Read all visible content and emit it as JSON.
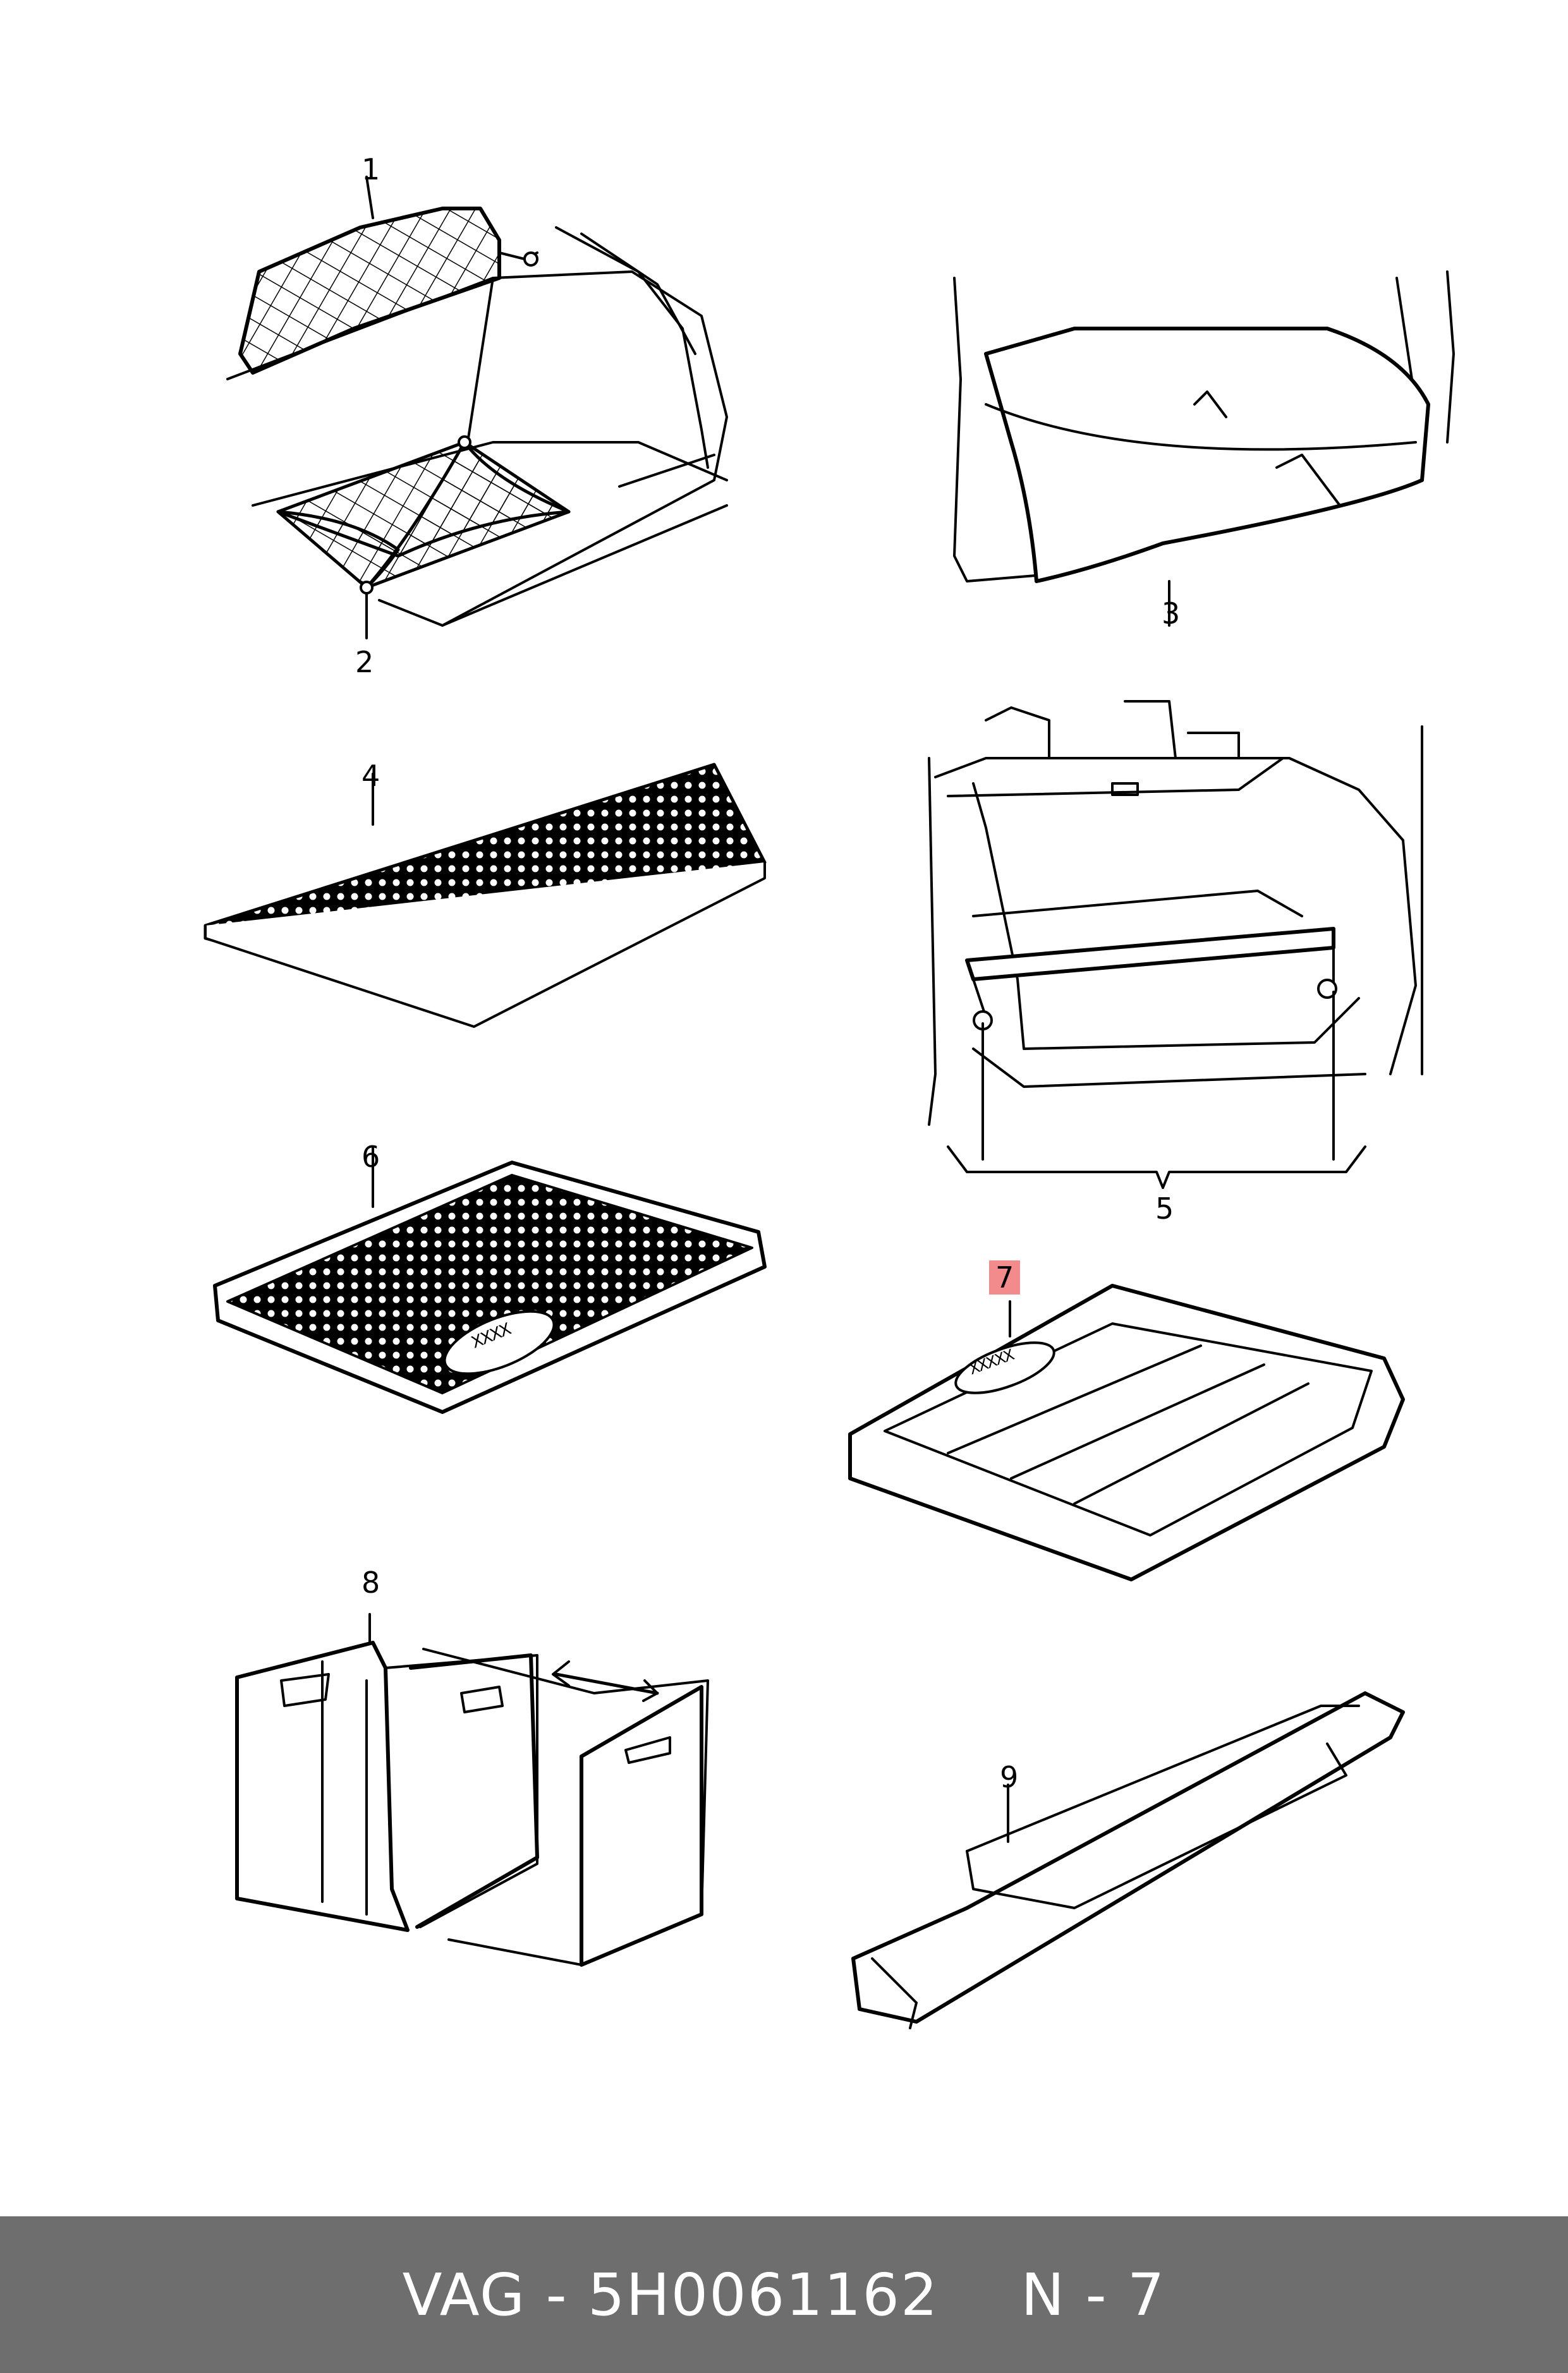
{
  "callouts": {
    "c1": "1",
    "c2": "2",
    "c3": "3",
    "c4": "4",
    "c5": "5",
    "c6": "6",
    "c7": "7",
    "c8": "8",
    "c9": "9"
  },
  "labels": {
    "mat_label_6": "XXXX",
    "mat_label_7": "XXXXX"
  },
  "footer": {
    "brand": "VAG",
    "separator": "-",
    "part_number": "5H0061162",
    "page_ref": "N - 7"
  },
  "colors": {
    "footer_bg": "#6e6e6e",
    "highlight": "#f28b8b"
  }
}
